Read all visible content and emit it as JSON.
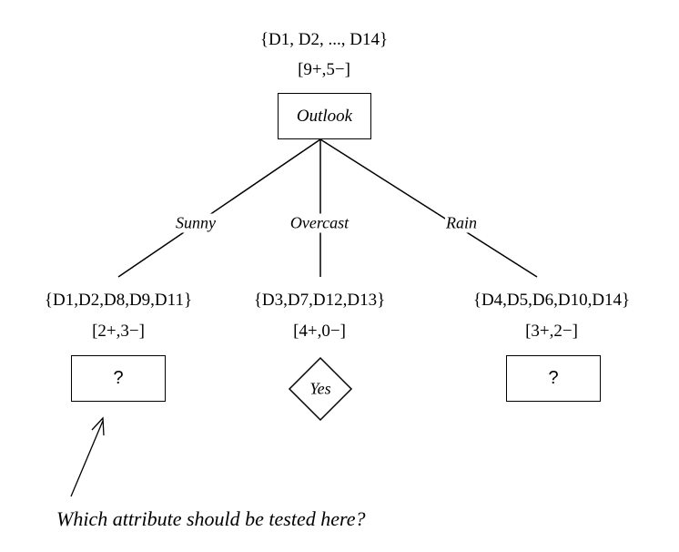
{
  "root": {
    "examples": "{D1, D2, ..., D14}",
    "counts": "[9+,5−]",
    "attribute": "Outlook"
  },
  "branches": [
    {
      "label": "Sunny",
      "examples": "{D1,D2,D8,D9,D11}",
      "counts": "[2+,3−]",
      "node": "?"
    },
    {
      "label": "Overcast",
      "examples": "{D3,D7,D12,D13}",
      "counts": "[4+,0−]",
      "node": "Yes"
    },
    {
      "label": "Rain",
      "examples": "{D4,D5,D6,D10,D14}",
      "counts": "[3+,2−]",
      "node": "?"
    }
  ],
  "annotation": "Which attribute should be tested here?"
}
